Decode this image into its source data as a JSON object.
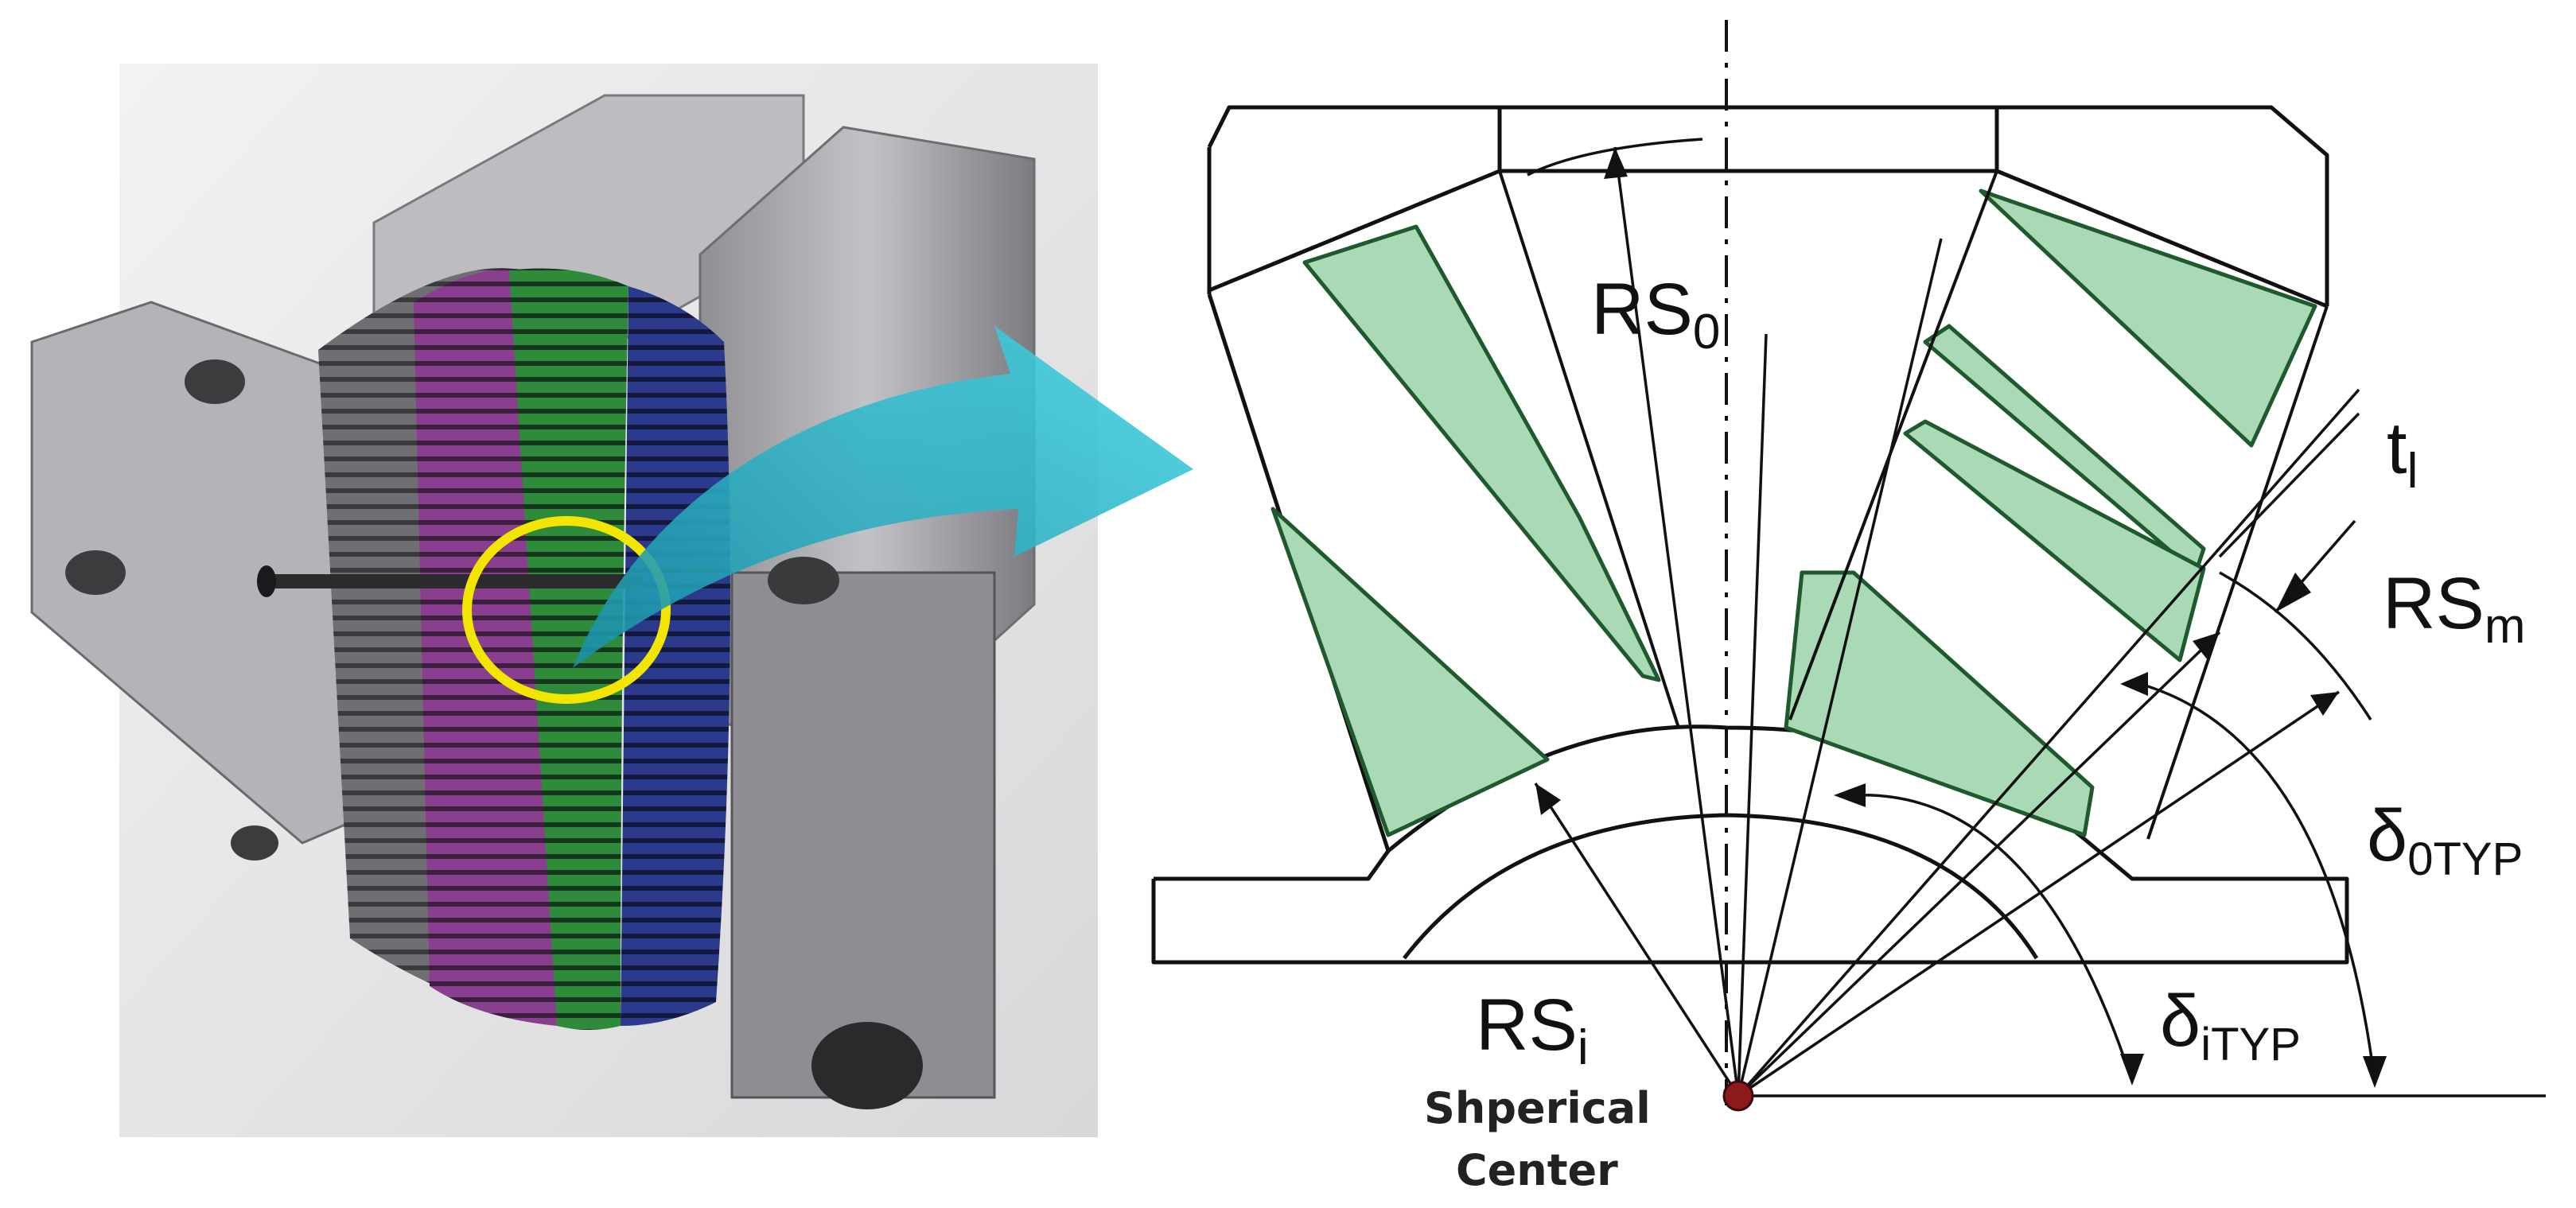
{
  "labels": {
    "rs_outer": {
      "main": "RS",
      "sub": "0"
    },
    "rs_mid": {
      "main": "RS",
      "sub": "m"
    },
    "rs_inner": {
      "main": "RS",
      "sub": "i"
    },
    "thickness": {
      "main": "t",
      "sub": "l"
    },
    "delta_outer": {
      "main": "δ",
      "sub": "0TYP"
    },
    "delta_inner": {
      "main": "δ",
      "sub": "iTYP"
    },
    "center_line1": "Shperical",
    "center_line2": "Center"
  },
  "colors": {
    "laminate_fill": "#a9d9b5",
    "laminate_stroke": "#1e5a2e",
    "arrow": "#3cc7d6",
    "highlight_circle": "#f2e600",
    "shim_purple": "#8a3f8e",
    "shim_green": "#2f8a3c",
    "shim_blue": "#2c3a8c",
    "housing": "#a9a9ad",
    "center_point": "#8b1a1a"
  },
  "icons": {
    "bearing_render": "bearing-3d-render",
    "transition_arrow": "curved-arrow-icon",
    "highlight": "highlight-circle"
  }
}
